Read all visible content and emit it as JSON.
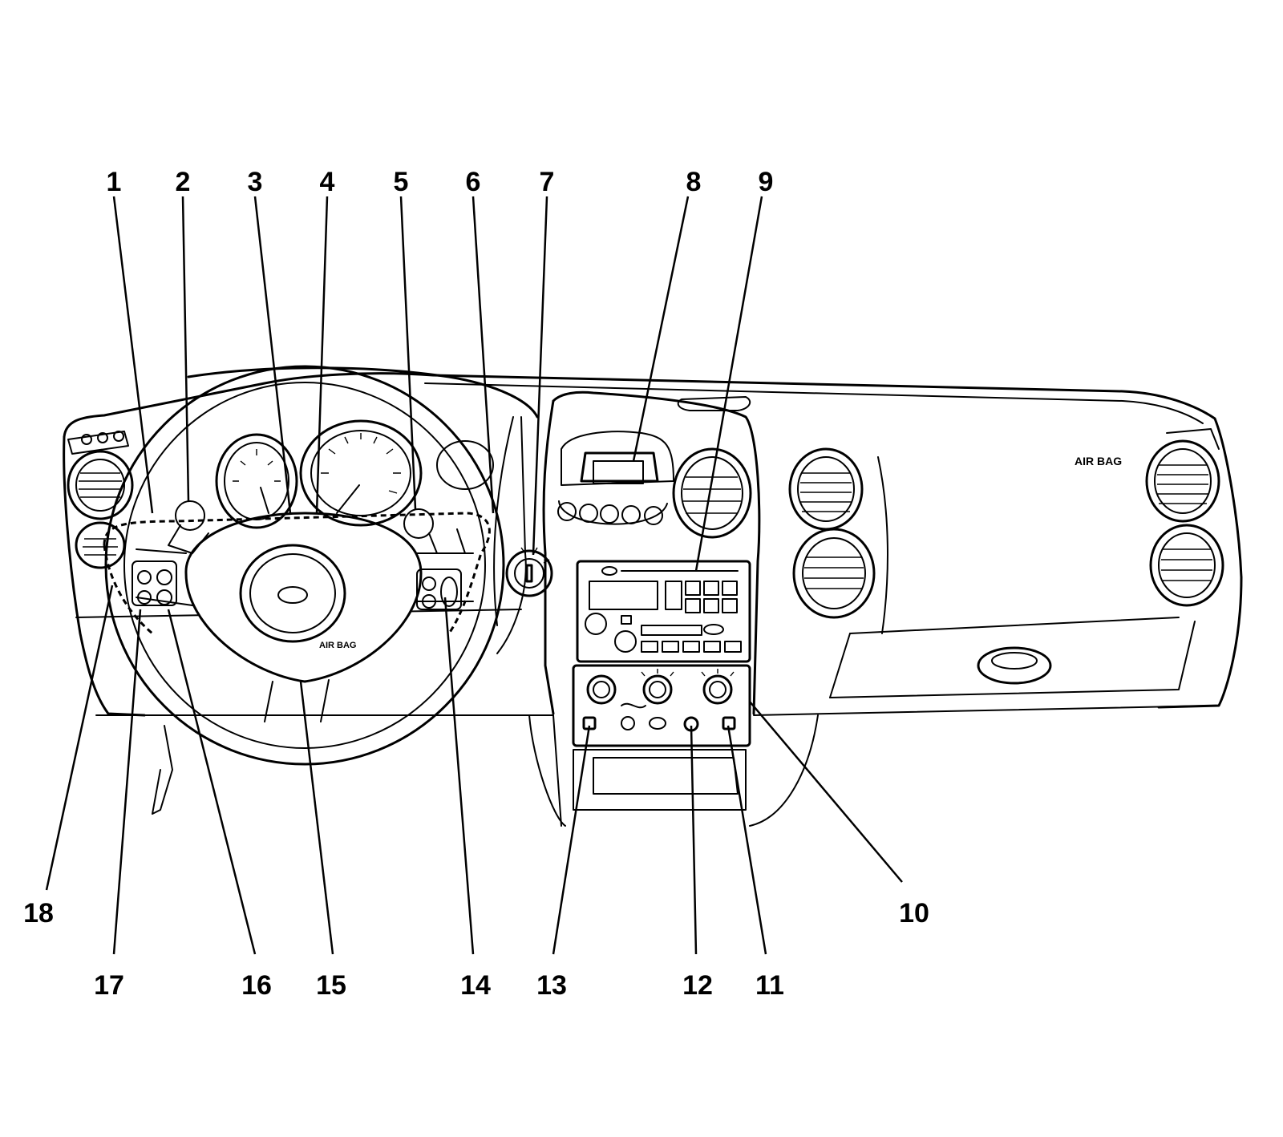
{
  "diagram": {
    "markings": {
      "airbag_dash": "AIR BAG",
      "airbag_wheel": "AIR BAG"
    },
    "callouts": [
      {
        "label": "1"
      },
      {
        "label": "2"
      },
      {
        "label": "3"
      },
      {
        "label": "4"
      },
      {
        "label": "5"
      },
      {
        "label": "6"
      },
      {
        "label": "7"
      },
      {
        "label": "8"
      },
      {
        "label": "9"
      },
      {
        "label": "10"
      },
      {
        "label": "11"
      },
      {
        "label": "12"
      },
      {
        "label": "13"
      },
      {
        "label": "14"
      },
      {
        "label": "15"
      },
      {
        "label": "16"
      },
      {
        "label": "17"
      },
      {
        "label": "18"
      }
    ],
    "colors": {
      "line": "#000000",
      "background": "#ffffff"
    }
  }
}
